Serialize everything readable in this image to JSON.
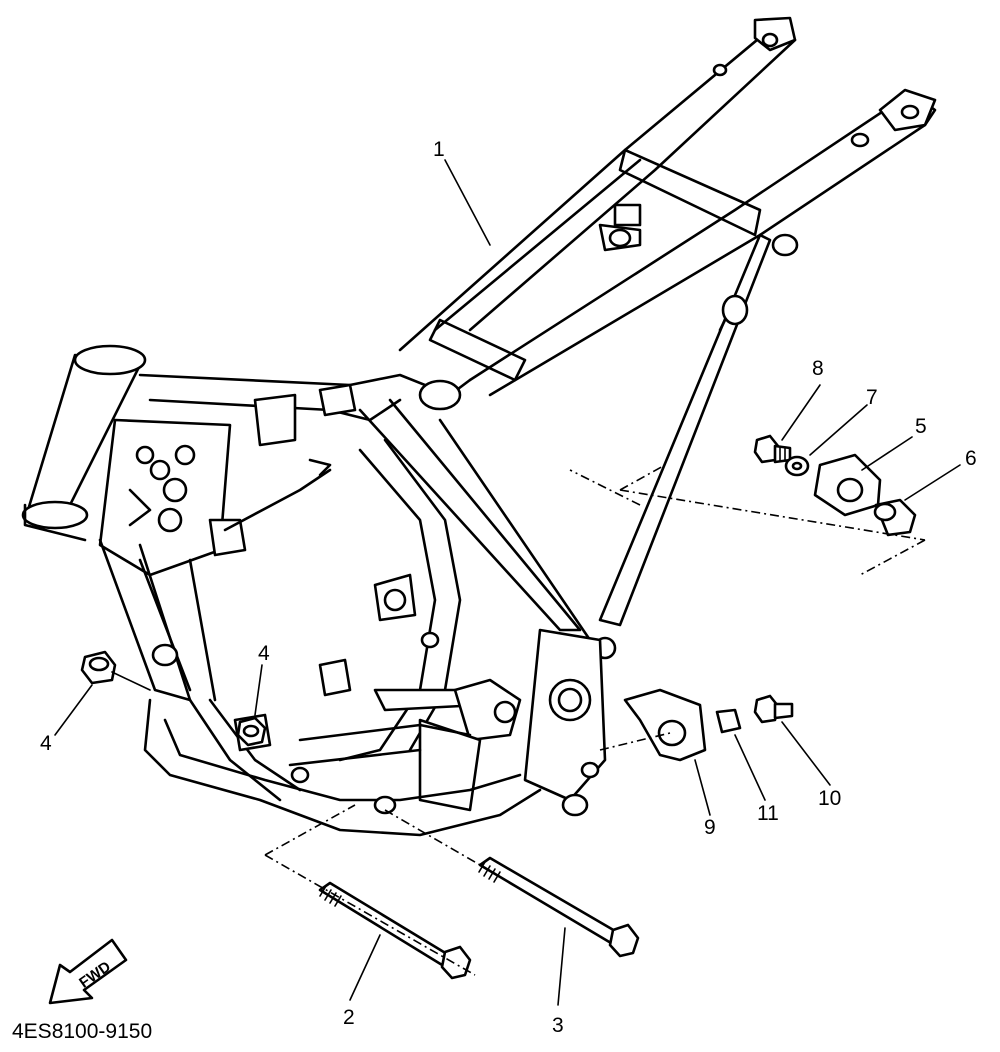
{
  "callouts": [
    {
      "id": "1",
      "text": "1"
    },
    {
      "id": "2",
      "text": "2"
    },
    {
      "id": "3",
      "text": "3"
    },
    {
      "id": "4a",
      "text": "4"
    },
    {
      "id": "4b",
      "text": "4"
    },
    {
      "id": "5",
      "text": "5"
    },
    {
      "id": "6",
      "text": "6"
    },
    {
      "id": "7",
      "text": "7"
    },
    {
      "id": "8",
      "text": "8"
    },
    {
      "id": "9",
      "text": "9"
    },
    {
      "id": "10",
      "text": "10"
    },
    {
      "id": "11",
      "text": "11"
    }
  ],
  "diagram_code": "4ES8100-9150",
  "fwd_label": "FWD",
  "colors": {
    "line": "#000000",
    "background": "#ffffff"
  }
}
